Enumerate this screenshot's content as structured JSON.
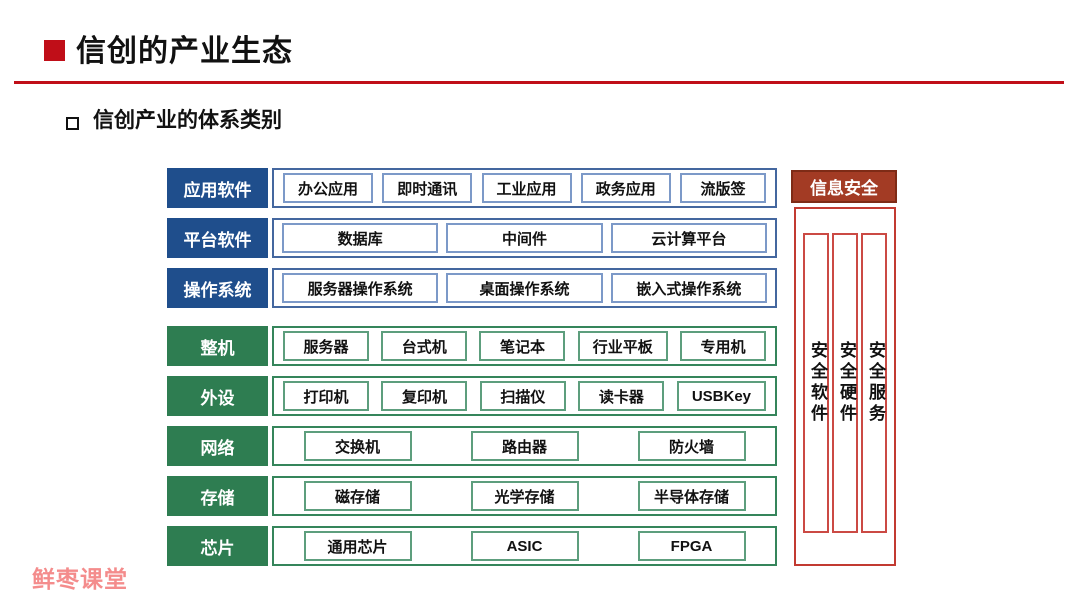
{
  "header": {
    "title": "信创的产业生态",
    "subtitle": "信创产业的体系类别"
  },
  "rows": [
    {
      "category": "应用软件",
      "theme": "blue",
      "items": [
        "办公应用",
        "即时通讯",
        "工业应用",
        "政务应用",
        "流版签"
      ]
    },
    {
      "category": "平台软件",
      "theme": "blue",
      "items": [
        "数据库",
        "中间件",
        "云计算平台"
      ]
    },
    {
      "category": "操作系统",
      "theme": "blue",
      "items": [
        "服务器操作系统",
        "桌面操作系统",
        "嵌入式操作系统"
      ]
    },
    {
      "category": "整机",
      "theme": "green",
      "items": [
        "服务器",
        "台式机",
        "笔记本",
        "行业平板",
        "专用机"
      ]
    },
    {
      "category": "外设",
      "theme": "green",
      "items": [
        "打印机",
        "复印机",
        "扫描仪",
        "读卡器",
        "USBKey"
      ]
    },
    {
      "category": "网络",
      "theme": "green",
      "items": [
        "交换机",
        "路由器",
        "防火墙"
      ]
    },
    {
      "category": "存储",
      "theme": "green",
      "items": [
        "磁存储",
        "光学存储",
        "半导体存储"
      ]
    },
    {
      "category": "芯片",
      "theme": "green",
      "items": [
        "通用芯片",
        "ASIC",
        "FPGA"
      ]
    }
  ],
  "security": {
    "title": "信息安全",
    "columns": [
      "安全软件",
      "安全硬件",
      "安全服务"
    ]
  },
  "footer": {
    "watermark": "鲜枣课堂"
  },
  "colors": {
    "accent-red": "#C00E18",
    "blue": "#1F4E8C",
    "blue-border": "#44679F",
    "blue-item-border": "#7C99C8",
    "green": "#2E7D51",
    "green-border": "#35855B",
    "green-item-border": "#5D9E7D",
    "brick": "#A33B24",
    "brick-border": "#7E2B16",
    "sec-border": "#C23A31",
    "sec-col-border": "#CB4A44",
    "watermark": "#F48C8C"
  }
}
